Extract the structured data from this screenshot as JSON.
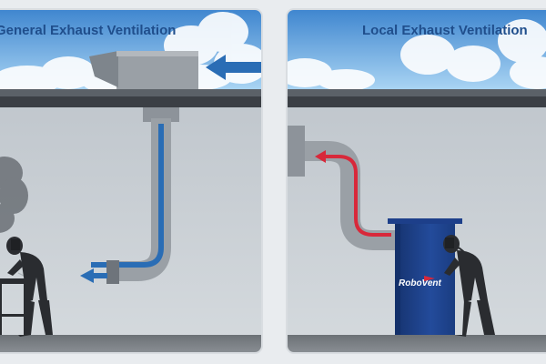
{
  "panels": [
    {
      "title": "General Exhaust Ventilation"
    },
    {
      "title": "Local Exhaust Ventilation"
    }
  ],
  "brand": {
    "logo_text": "RoboVent"
  },
  "colors": {
    "sky_top": "#3f86cf",
    "sky_bottom": "#a9d4f3",
    "ceiling": "#3b3f45",
    "wall": "#c7cdd3",
    "floor": "#74797e",
    "duct_gray": "#9aa0a6",
    "flow_blue": "#2a6db5",
    "flow_red": "#d8283a",
    "unit_blue": "#1d3f8a",
    "silhouette": "#2a2c30",
    "title_blue": "#1f4e8c"
  }
}
